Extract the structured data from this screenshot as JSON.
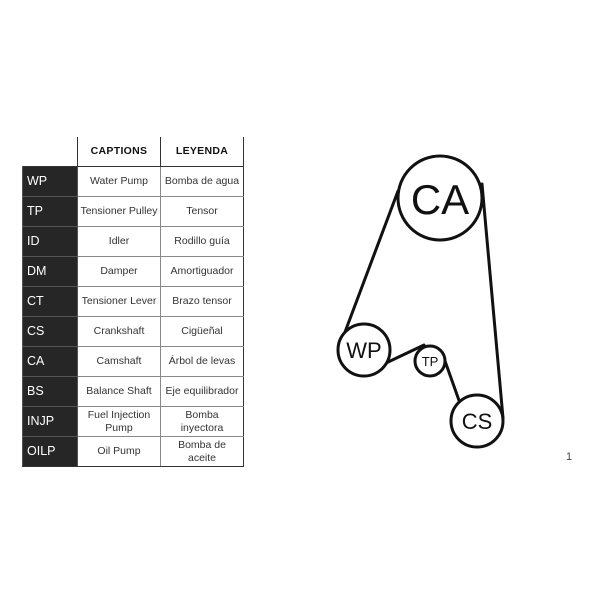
{
  "table": {
    "headers": [
      "CAPTIONS",
      "LEYENDA"
    ],
    "rows": [
      {
        "code": "WP",
        "caption": "Water Pump",
        "leyenda": "Bomba de agua"
      },
      {
        "code": "TP",
        "caption": "Tensioner Pulley",
        "leyenda": "Tensor"
      },
      {
        "code": "ID",
        "caption": "Idler",
        "leyenda": "Rodillo guía"
      },
      {
        "code": "DM",
        "caption": "Damper",
        "leyenda": "Amortiguador"
      },
      {
        "code": "CT",
        "caption": "Tensioner Lever",
        "leyenda": "Brazo tensor"
      },
      {
        "code": "CS",
        "caption": "Crankshaft",
        "leyenda": "Cigüeñal"
      },
      {
        "code": "CA",
        "caption": "Camshaft",
        "leyenda": "Árbol de levas"
      },
      {
        "code": "BS",
        "caption": "Balance Shaft",
        "leyenda": "Eje equilibrador"
      },
      {
        "code": "INJP",
        "caption": "Fuel Injection Pump",
        "leyenda": "Bomba inyectora"
      },
      {
        "code": "OILP",
        "caption": "Oil Pump",
        "leyenda": "Bomba de aceite"
      }
    ]
  },
  "diagram": {
    "pulleys": [
      {
        "id": "ca",
        "label": "CA"
      },
      {
        "id": "wp",
        "label": "WP"
      },
      {
        "id": "tp",
        "label": "TP"
      },
      {
        "id": "cs",
        "label": "CS"
      }
    ]
  },
  "page_number": "1"
}
